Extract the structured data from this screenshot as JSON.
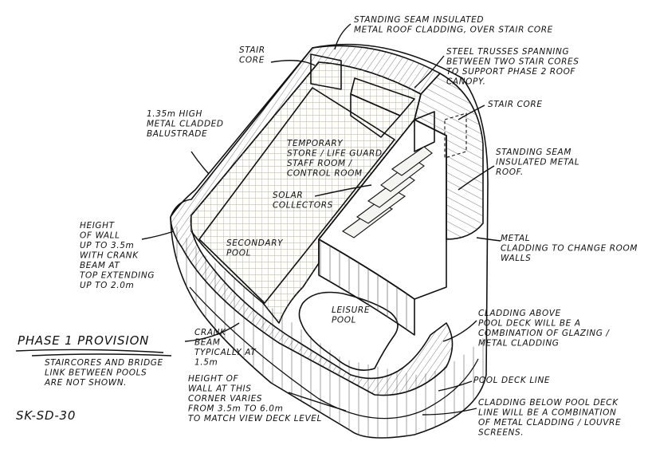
{
  "colors": {
    "pool": "#a9c4ea",
    "deck": "#dcdcbf",
    "wall_cladding": "#ccc9b6",
    "roof": "#8f8b9e",
    "stair_core": "#7fd43a",
    "solar_deck": "#c8c8c2",
    "glazing": "#ee8fd8",
    "parapet": "#8c8a96",
    "ink": "#111111"
  },
  "labels": {
    "roof_over_stair": [
      "STANDING SEAM INSULATED",
      "METAL ROOF CLADDING, OVER STAIR CORE"
    ],
    "stair_core_left": [
      "STAIR",
      "CORE"
    ],
    "steel_trusses": [
      "STEEL TRUSSES SPANNING",
      "BETWEEN TWO STAIR CORES",
      "TO SUPPORT PHASE 2 ROOF",
      "CANOPY."
    ],
    "stair_core_right": [
      "STAIR CORE"
    ],
    "balustrade": [
      "1.35m HIGH",
      "METAL CLADDED",
      "BALUSTRADE"
    ],
    "temp_store": [
      "TEMPORARY",
      "STORE / LIFE GUARD",
      "STAFF ROOM /",
      "CONTROL ROOM"
    ],
    "standing_seam_roof": [
      "STANDING SEAM",
      "INSULATED METAL",
      "ROOF."
    ],
    "solar_collectors": [
      "SOLAR",
      "COLLECTORS"
    ],
    "height_of_wall": [
      "HEIGHT",
      "OF WALL",
      "UP TO 3.5m",
      "WITH CRANK",
      "BEAM AT",
      "TOP EXTENDING",
      "UP TO 2.0m"
    ],
    "secondary_pool": [
      "SECONDARY",
      "POOL"
    ],
    "metal_cladding": [
      "METAL",
      "CLADDING TO CHANGE ROOM",
      "WALLS"
    ],
    "leisure_pool": [
      "LEISURE",
      "POOL"
    ],
    "crank_beam": [
      "CRANK",
      "BEAM",
      "TYPICALLY AT",
      "1.5m"
    ],
    "cladding_above": [
      "CLADDING ABOVE",
      "POOL DECK WILL BE A",
      "COMBINATION OF GLAZING /",
      "METAL CLADDING"
    ],
    "pool_deck_line": [
      "POOL DECK LINE"
    ],
    "height_corner": [
      "HEIGHT OF",
      "WALL AT THIS",
      "CORNER VARIES",
      "FROM 3.5m TO 6.0m",
      "TO MATCH VIEW DECK LEVEL"
    ],
    "cladding_below": [
      "CLADDING BELOW POOL DECK",
      "LINE WILL BE A COMBINATION",
      "OF METAL CLADDING / LOUVRE",
      "SCREENS."
    ]
  },
  "phase": {
    "title": "PHASE 1 PROVISION",
    "note": [
      "STAIRCORES AND BRIDGE",
      "LINK BETWEEN POOLS",
      "ARE NOT SHOWN."
    ]
  },
  "sheet_ref": "SK-SD-30"
}
